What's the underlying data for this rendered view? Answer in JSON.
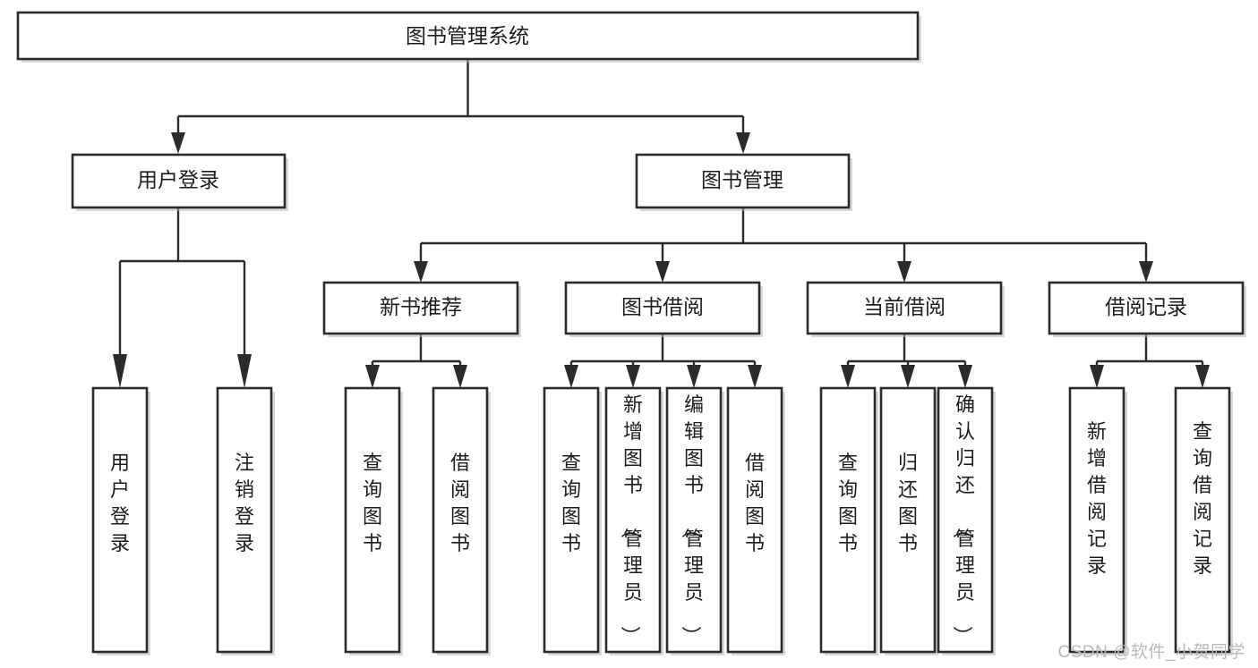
{
  "diagram": {
    "type": "tree-hierarchy",
    "title": "图书管理系统",
    "watermark": "CSDN @软件_小贺同学",
    "colors": {
      "box_stroke": "#2b2b2b",
      "box_fill": "#ffffff",
      "connector": "#2b2b2b",
      "watermark": "#b9b9b9",
      "page_background": "#ffffff"
    },
    "nodes": {
      "root": {
        "label": "图书管理系统",
        "orientation": "horizontal",
        "level": 0
      },
      "level1": [
        {
          "id": "user-login",
          "label": "用户登录",
          "orientation": "horizontal"
        },
        {
          "id": "book-management",
          "label": "图书管理",
          "orientation": "horizontal"
        }
      ],
      "level2": [
        {
          "id": "new-book-recommend",
          "label": "新书推荐",
          "orientation": "horizontal"
        },
        {
          "id": "book-borrow",
          "label": "图书借阅",
          "orientation": "horizontal"
        },
        {
          "id": "current-borrow",
          "label": "当前借阅",
          "orientation": "horizontal"
        },
        {
          "id": "borrow-record",
          "label": "借阅记录",
          "orientation": "horizontal"
        }
      ],
      "leaves": {
        "user-login": [
          {
            "id": "leaf-user-login",
            "label": "用户登录",
            "orientation": "vertical"
          },
          {
            "id": "leaf-logout",
            "label": "注销登录",
            "orientation": "vertical"
          }
        ],
        "new-book-recommend": [
          {
            "id": "leaf-query-book-1",
            "label": "查询图书",
            "orientation": "vertical"
          },
          {
            "id": "leaf-borrow-book-1",
            "label": "借阅图书",
            "orientation": "vertical"
          }
        ],
        "book-borrow": [
          {
            "id": "leaf-query-book-2",
            "label": "查询图书",
            "orientation": "vertical"
          },
          {
            "id": "leaf-add-book",
            "label": "新增图书（管理员）",
            "orientation": "vertical"
          },
          {
            "id": "leaf-edit-book",
            "label": "编辑图书（管理员）",
            "orientation": "vertical"
          },
          {
            "id": "leaf-borrow-book-2",
            "label": "借阅图书",
            "orientation": "vertical"
          }
        ],
        "current-borrow": [
          {
            "id": "leaf-query-book-3",
            "label": "查询图书",
            "orientation": "vertical"
          },
          {
            "id": "leaf-return-book",
            "label": "归还图书",
            "orientation": "vertical"
          },
          {
            "id": "leaf-confirm-return",
            "label": "确认归还（管理员）",
            "orientation": "vertical"
          }
        ],
        "borrow-record": [
          {
            "id": "leaf-add-record",
            "label": "新增借阅记录",
            "orientation": "vertical"
          },
          {
            "id": "leaf-query-record",
            "label": "查询借阅记录",
            "orientation": "vertical"
          }
        ]
      }
    }
  }
}
